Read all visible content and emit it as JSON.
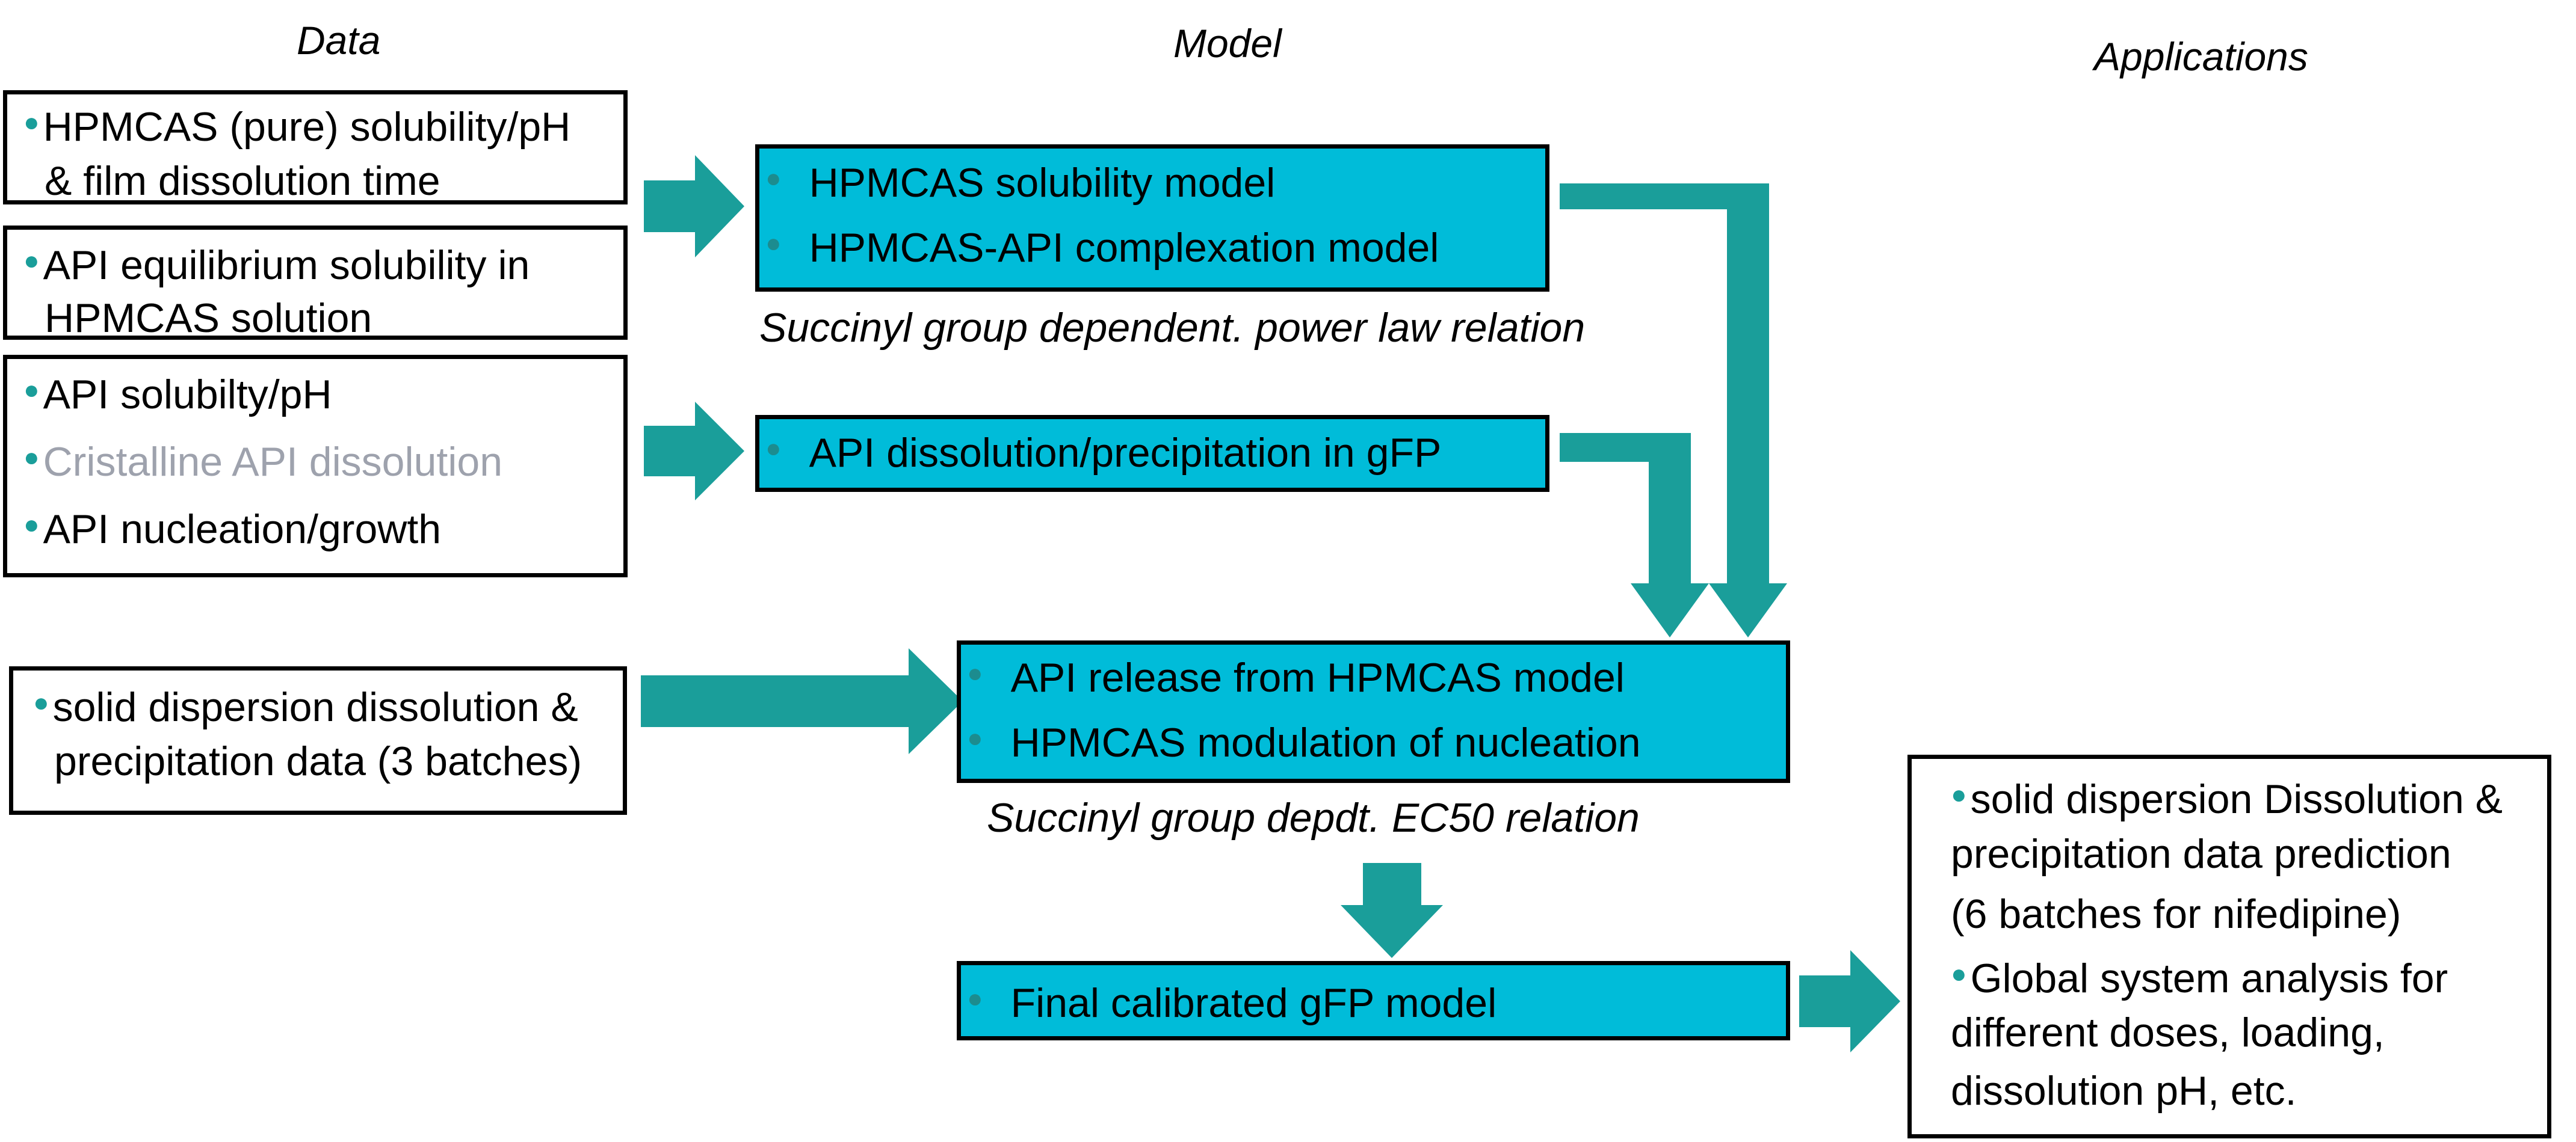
{
  "headers": {
    "data": "Data",
    "model": "Model",
    "applications": "Applications"
  },
  "data_boxes": {
    "box1": [
      "HPMCAS (pure) solubility/pH",
      "& film dissolution time"
    ],
    "box2": [
      "API equilibrium solubility in",
      "HPMCAS solution"
    ],
    "box3": [
      "API solubilty/pH",
      "Cristalline API dissolution",
      "API nucleation/growth"
    ],
    "box4": [
      "solid dispersion dissolution &",
      "precipitation data (3 batches)"
    ]
  },
  "model_boxes": {
    "box1": [
      "HPMCAS solubility model",
      "HPMCAS-API complexation model"
    ],
    "box1_note": "Succinyl group dependent. power law relation",
    "box2": [
      "API dissolution/precipitation in gFP"
    ],
    "box3": [
      "API release from HPMCAS model",
      "HPMCAS modulation of nucleation"
    ],
    "box3_note": "Succinyl group depdt. EC50 relation",
    "box4": [
      "Final calibrated gFP model"
    ]
  },
  "application_box": [
    "solid dispersion Dissolution &",
    "precipitation data prediction",
    "(6 batches for nifedipine)",
    "Global system analysis for",
    "different doses, loading,",
    "dissolution pH, etc."
  ],
  "colors": {
    "model_fill": "#00bcd9",
    "arrow": "#1a9e9a",
    "bullet": "#1a9e9a",
    "muted_text": "#9ea2ad"
  }
}
